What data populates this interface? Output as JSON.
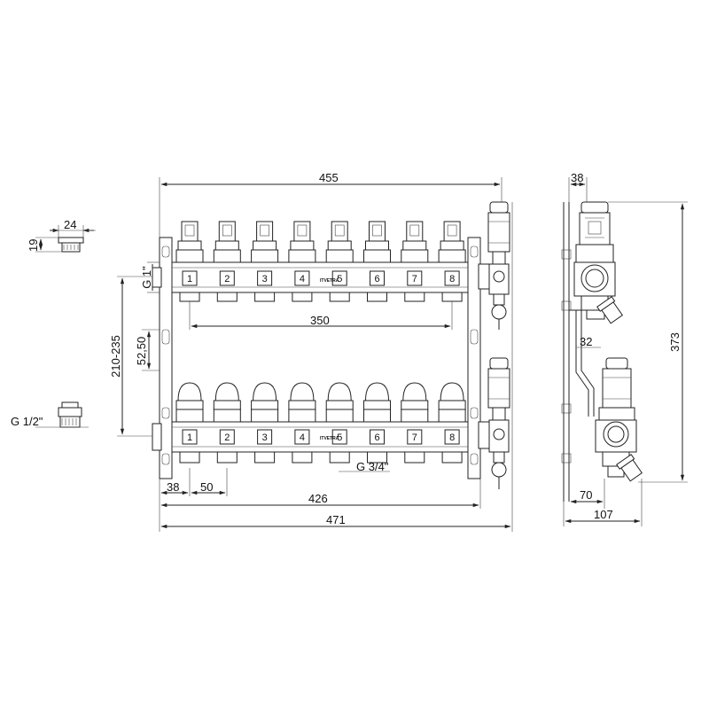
{
  "dimensions": {
    "total_height_455": "455",
    "fitting_width": "24",
    "fitting_height": "19",
    "thread_top": "G 1\"",
    "pipe_thread": "G 1/2\"",
    "outlet_spacing_350": "350",
    "vertical_range": "210-235",
    "offset": "52,50",
    "outlet_thread": "G 3/4\"",
    "first_outlet": "38",
    "pitch": "50",
    "bar_length": "426",
    "overall_width": "471",
    "side_top": "38",
    "side_height": "373",
    "side_mid": "32",
    "side_depth_70": "70",
    "side_depth_107": "107"
  },
  "ports": [
    "1",
    "2",
    "3",
    "4",
    "5",
    "6",
    "7",
    "8"
  ],
  "brand": "ITVETRA"
}
